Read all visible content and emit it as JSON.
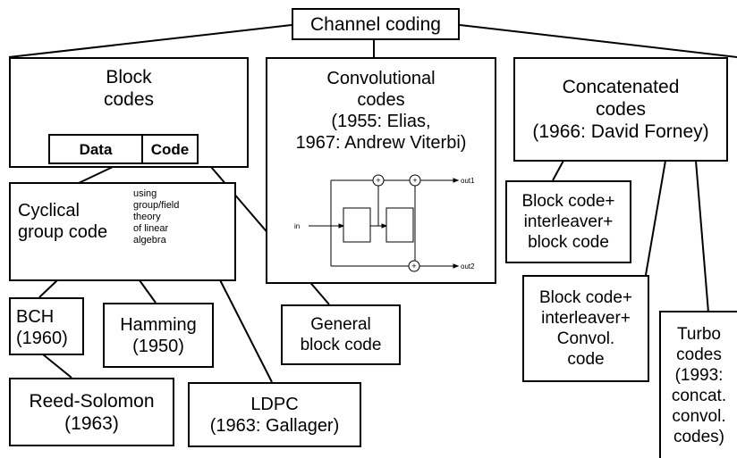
{
  "diagram": {
    "root": {
      "label": "Channel coding"
    },
    "block_codes": {
      "lines": [
        "Block",
        "codes"
      ],
      "data_label": "Data",
      "code_label": "Code"
    },
    "convolutional": {
      "lines": [
        "Convolutional",
        "codes",
        "(1955: Elias,",
        "1967: Andrew Viterbi)"
      ],
      "schematic": {
        "in_label": "in",
        "out1_label": "out1",
        "out2_label": "out2",
        "adder_symbol": "+"
      }
    },
    "concatenated": {
      "lines": [
        "Concatenated",
        "codes",
        "(1966: David Forney)"
      ]
    },
    "cyclical": {
      "lines": [
        "Cyclical",
        "group code"
      ],
      "note_lines": [
        "using",
        "group/field",
        "theory",
        "of linear",
        "algebra"
      ]
    },
    "bch": {
      "lines": [
        "BCH",
        "(1960)"
      ]
    },
    "hamming": {
      "lines": [
        "Hamming",
        "(1950)"
      ]
    },
    "reed_solomon": {
      "lines": [
        "Reed-Solomon",
        "(1963)"
      ]
    },
    "ldpc": {
      "lines": [
        "LDPC",
        "(1963: Gallager)"
      ]
    },
    "general_block": {
      "lines": [
        "General",
        "block code"
      ]
    },
    "block_interleaver_block": {
      "lines": [
        "Block code+",
        "interleaver+",
        "block code"
      ]
    },
    "block_interleaver_convol": {
      "lines": [
        "Block code+",
        "interleaver+",
        "Convol.",
        "code"
      ]
    },
    "turbo": {
      "lines": [
        "Turbo",
        "codes",
        "(1993:",
        "concat.",
        "convol.",
        "codes)"
      ]
    }
  }
}
